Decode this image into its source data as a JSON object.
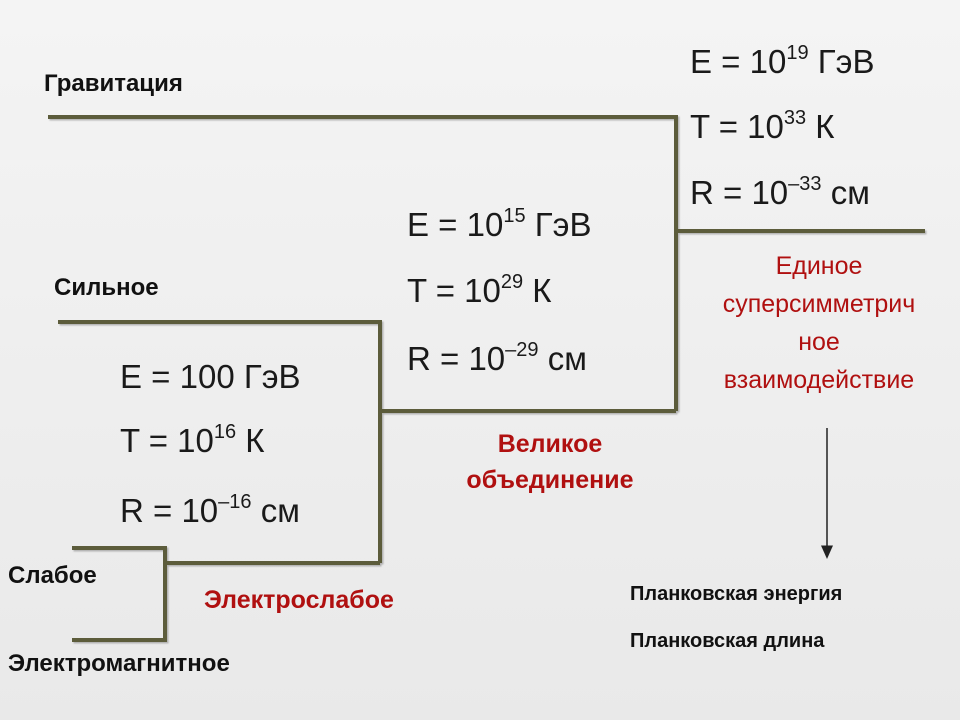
{
  "labels": {
    "gravity": "Гравитация",
    "strong": "Сильное",
    "weak": "Слабое",
    "em": "Электромагнитное"
  },
  "unifications": {
    "electroweak": "Электрослабое",
    "grand": [
      "Великое",
      "объединение"
    ],
    "supersymmetric": [
      "Единое",
      "суперсимметрич",
      "ное",
      "взаимодействие"
    ]
  },
  "formulas": {
    "electroweak": {
      "E": {
        "pre": "E = 100 ГэВ",
        "exp": "",
        "post": ""
      },
      "T": {
        "pre": "T = 10",
        "exp": "16",
        "post": " К"
      },
      "R": {
        "pre": "R = 10",
        "exp": "–16",
        "post": " см"
      }
    },
    "grand": {
      "E": {
        "pre": "E = 10",
        "exp": "15",
        "post": " ГэВ"
      },
      "T": {
        "pre": "T = 10",
        "exp": "29",
        "post": " К"
      },
      "R": {
        "pre": "R = 10",
        "exp": "–29",
        "post": " см"
      }
    },
    "planck": {
      "E": {
        "pre": "E = 10",
        "exp": "19",
        "post": " ГэВ"
      },
      "T": {
        "pre": "T = 10",
        "exp": "33",
        "post": " К"
      },
      "R": {
        "pre": "R = 10",
        "exp": "–33",
        "post": " см"
      }
    }
  },
  "planck_notes": [
    "Планковская энергия",
    "Планковская длина"
  ],
  "colors": {
    "line": "#5c5c3a",
    "accent": "#b01010",
    "text": "#1a1a1a"
  }
}
